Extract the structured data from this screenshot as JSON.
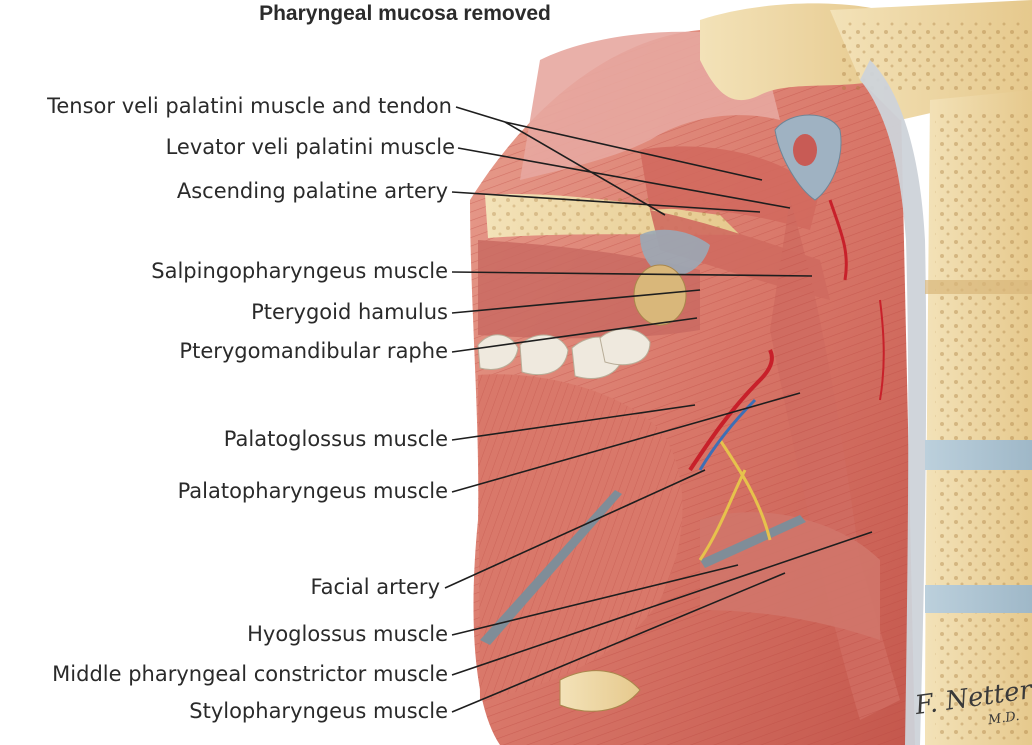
{
  "title": "Pharyngeal mucosa removed",
  "labels": [
    "Tensor veli palatini muscle and tendon",
    "Levator veli palatini muscle",
    "Ascending palatine artery",
    "Salpingopharyngeus muscle",
    "Pterygoid hamulus",
    "Pterygomandibular raphe",
    "Palatoglossus muscle",
    "Palatopharyngeus muscle",
    "Facial artery",
    "Hyoglossus muscle",
    "Middle pharyngeal constrictor muscle",
    "Stylopharyngeus muscle"
  ],
  "signature": {
    "name": "F. Netter",
    "degree": "M.D."
  }
}
